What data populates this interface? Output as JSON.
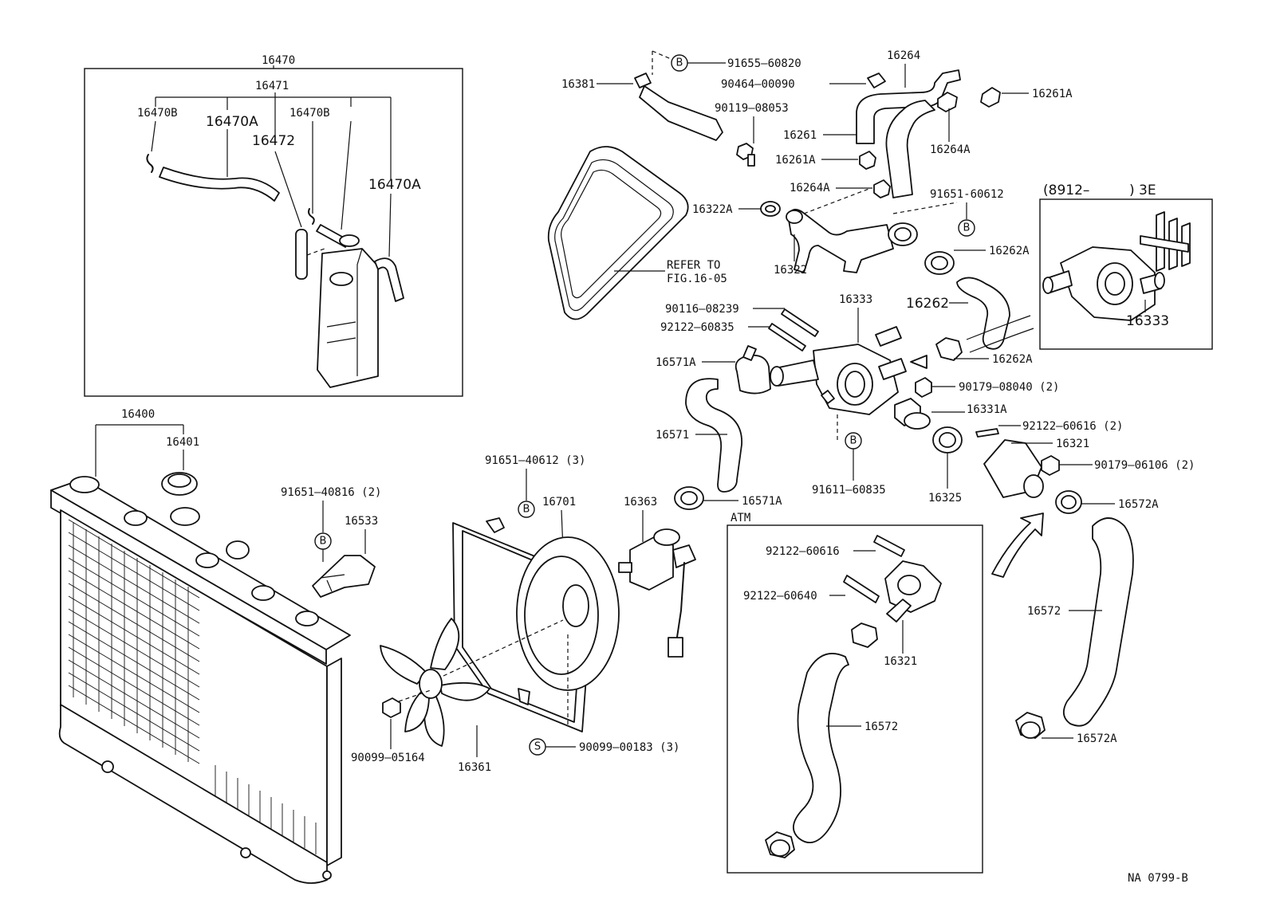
{
  "diagram": {
    "labels": {
      "p16470": "16470",
      "p16471": "16471",
      "p16470B_1": "16470B",
      "p16470A_1": "16470A",
      "p16470B_2": "16470B",
      "p16472": "16472",
      "p16470A_2": "16470A",
      "p16400": "16400",
      "p16401": "16401",
      "p91651_40816": "91651–40816 (2)",
      "p16533": "16533",
      "p90099_05164": "90099–05164",
      "p16361": "16361",
      "p91651_40612": "91651–40612 (3)",
      "p16701": "16701",
      "p90099_00183": "90099–00183 (3)",
      "p16363": "16363",
      "p16571A_1": "16571A",
      "p16571": "16571",
      "p16571A_2": "16571A",
      "p16381": "16381",
      "p91655_60820": "91655–60820",
      "p90464_00090": "90464–00090",
      "p90119_08053": "90119–08053",
      "p16264": "16264",
      "p16261": "16261",
      "p16261A_1": "16261A",
      "p16264A_1": "16264A",
      "p16261A_2": "16261A",
      "p16264A_2": "16264A",
      "p16322A": "16322A",
      "p16322": "16322",
      "p91651_60612": "91651-60612",
      "p16262A_1": "16262A",
      "p16262": "16262",
      "p16262A_2": "16262A",
      "refer_to": "REFER TO",
      "fig_ref": "FIG.16-05",
      "p90116_08239": "90116–08239",
      "p92122_60835": "92122–60835",
      "p16333": "16333",
      "p90179_08040": "90179–08040 (2)",
      "p16331A": "16331A",
      "p92122_60616_2": "92122–60616 (2)",
      "p16321_1": "16321",
      "p90179_06106": "90179–06106 (2)",
      "p91611_60835": "91611–60835",
      "p16325": "16325",
      "p16572A_1": "16572A",
      "atm": "ATM",
      "p92122_60616": "92122–60616",
      "p92122_60640": "92122–60640",
      "p16321_2": "16321",
      "p16572_1": "16572",
      "p16572_2": "16572",
      "p16572A_2": "16572A",
      "inset_range": "(8912–",
      "inset_code": ") 3E",
      "p16333_inset": "16333",
      "footer": "NA  0799-B"
    },
    "marks": {
      "b": "B",
      "s": "S"
    }
  }
}
